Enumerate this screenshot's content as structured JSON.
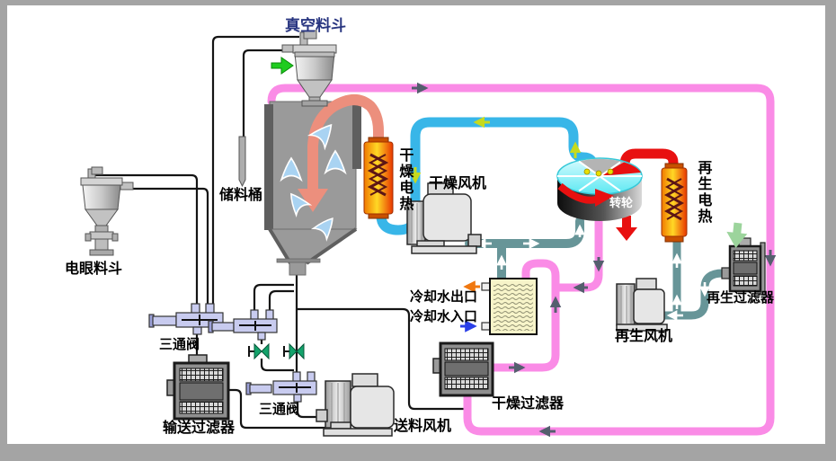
{
  "diagram": {
    "labels": {
      "vacuum_hopper": "真空料斗",
      "storage_barrel": "储料桶",
      "electric_eye_hopper": "电眼料斗",
      "three_way_valve_top": "三通阀",
      "three_way_valve_bottom": "三通阀",
      "conveying_filter": "输送过滤器",
      "feeding_blower": "送料风机",
      "drying_heater": "干燥电热",
      "drying_blower": "干燥风机",
      "cooling_water_outlet": "冷却水出口",
      "cooling_water_inlet": "冷却水入口",
      "drying_filter": "干燥过滤器",
      "rotary_wheel": "转轮",
      "regeneration_heater": "再生电热",
      "regeneration_blower": "再生风机",
      "regeneration_filter": "再生过滤器"
    },
    "colors": {
      "pink_pipe": "#FA8BE6",
      "blue_pipe": "#38B6E8",
      "salmon_pipe": "#EC8F7D",
      "teal_pipe": "#679598",
      "red_pipe": "#E81010",
      "black_line": "#141414",
      "heater_gradient": [
        "#F07800",
        "#FFD825",
        "#E83600"
      ],
      "wheel_face": "#8FF2F8",
      "valve_body": "#C8CBEF",
      "green_valve": "#13A36B",
      "cooler_fill": "#F7F4C9",
      "intake_green": "#1FCC1F",
      "regen_intake_green": "#9CD49C",
      "gray_arrow": "#555E6E",
      "yellow_green_arrow": "#C6DA1E",
      "frame_gray": "#A4A4A4"
    }
  }
}
